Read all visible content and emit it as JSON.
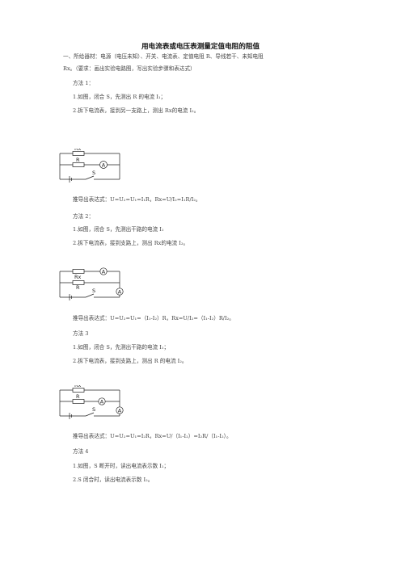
{
  "title": "用电流表或电压表测量定值电阻的阻值",
  "intro_line1": "一、所给器材：电源（电压未知）、开关、电流表、定值电阻 R、导线若干、未知电阻",
  "intro_line2": "Rx。（要求：画出实验电路图，写出实验步骤和表达式）",
  "methods": [
    {
      "heading": "方法 1：",
      "step1": "1.如图，闭合 S，先测出 R 的电流 I₁；",
      "step2": "2.拆下电流表，接到另一支路上，测出 Rx的电流 I₂。",
      "formula": "推导出表达式：U=U₂=U₁=I₁R，Rx=U/I₂=I₁R/I₂。",
      "labels": {
        "rx": "Rx",
        "r": "R",
        "s": "S",
        "a": "A"
      }
    },
    {
      "heading": "方法 2：",
      "step1": "1.如图，闭合 S，先测出干路的电流 I₁",
      "step2": "2.拆下电流表，接到支路上，测出 Rx的电流 I₂。",
      "formula": "推导出表达式：U=U₂=U₁=（I₁-I₂）R，Rx=U/I₂=（I₁-I₂）R/I₂。",
      "labels": {
        "rx": "Rx",
        "r": "R",
        "s": "S",
        "a1": "A",
        "a2": "A"
      }
    },
    {
      "heading": "方法 3",
      "step1": "1.如图，闭合 S，先测出干路的电流 I₁；",
      "step2": "2.拆下电流表，接到支路上，测出 R 的电流 I₂。",
      "formula": "推导出表达式：U=U₂=U₁=I₂R，Rx=U/（I₁-I₂）=I₂R/（I₁-I₂）。",
      "labels": {
        "rx": "Rx",
        "r": "R",
        "s": "S",
        "a1": "A",
        "a2": "A"
      }
    },
    {
      "heading": "方法 4",
      "step1": "1.如图，S 断开时，读出电流表示数 I₁；",
      "step2": "2.S 闭合时，读出电流表示数 I₂。"
    }
  ]
}
